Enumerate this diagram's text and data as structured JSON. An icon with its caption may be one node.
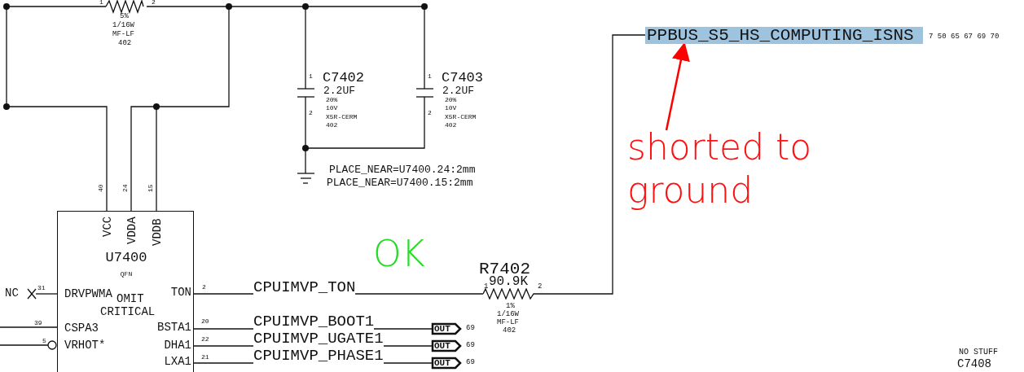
{
  "diagram": {
    "nodes": [
      {
        "text": [
          "U7400",
          "QFN",
          "OMIT",
          "CRITICAL",
          "VCC",
          "VDDA",
          "VDDB",
          "DRVPWMA",
          "TON",
          "CSPA3",
          "BSTA1",
          "VRHOT*",
          "DHA1",
          "LXA1"
        ]
      },
      {
        "text": [],
        "shape": "resistor",
        "beside": [
          "R7402",
          "90.9K",
          "1%",
          "1/16W",
          "MF-LF",
          "402"
        ]
      },
      {
        "text": [
          "PPBUS_S5_HS_COMPUTING_ISNS"
        ],
        "beside": [
          "7 50 65 67 69 70"
        ]
      },
      {
        "text": [
          "OUT"
        ],
        "beside": [
          "69"
        ]
      },
      {
        "text": [
          "OUT"
        ],
        "beside": [
          "69"
        ]
      },
      {
        "text": [
          "OUT"
        ],
        "beside": [
          "69"
        ]
      },
      {
        "text": [
          "shorted to ground"
        ]
      }
    ],
    "edges": [
      {
        "from": 0,
        "to": 1,
        "arrow": "none",
        "label": "CPUIMVP_TON"
      },
      {
        "from": 1,
        "to": 2,
        "arrow": "none"
      },
      {
        "from": 0,
        "to": 3,
        "arrow": "none",
        "label": "CPUIMVP_BOOT1"
      },
      {
        "from": 0,
        "to": 4,
        "arrow": "none",
        "label": "CPUIMVP_UGATE1"
      },
      {
        "from": 0,
        "to": 5,
        "arrow": "none",
        "label": "CPUIMVP_PHASE1"
      },
      {
        "from": 6,
        "to": 2,
        "arrow": "to",
        "color": "#ff0000"
      }
    ],
    "labels": [
      "1",
      "2",
      "5%",
      "1/16W",
      "MF-LF",
      "402",
      "1",
      "C7402",
      "2.2UF",
      "20%",
      "10V",
      "X5R-CERM",
      "402",
      "2",
      "1",
      "C7403",
      "2.2UF",
      "20%",
      "10V",
      "X5R-CERM",
      "402",
      "2",
      "PLACE_NEAR=U7400.24:2mm",
      "PLACE_NEAR=U7400.15:2mm",
      "40",
      "24",
      "15",
      "OK",
      "NC",
      "31",
      "2",
      "39",
      "20",
      "5",
      "22",
      "21",
      "1",
      "2",
      "NO STUFF",
      "C7408"
    ]
  }
}
